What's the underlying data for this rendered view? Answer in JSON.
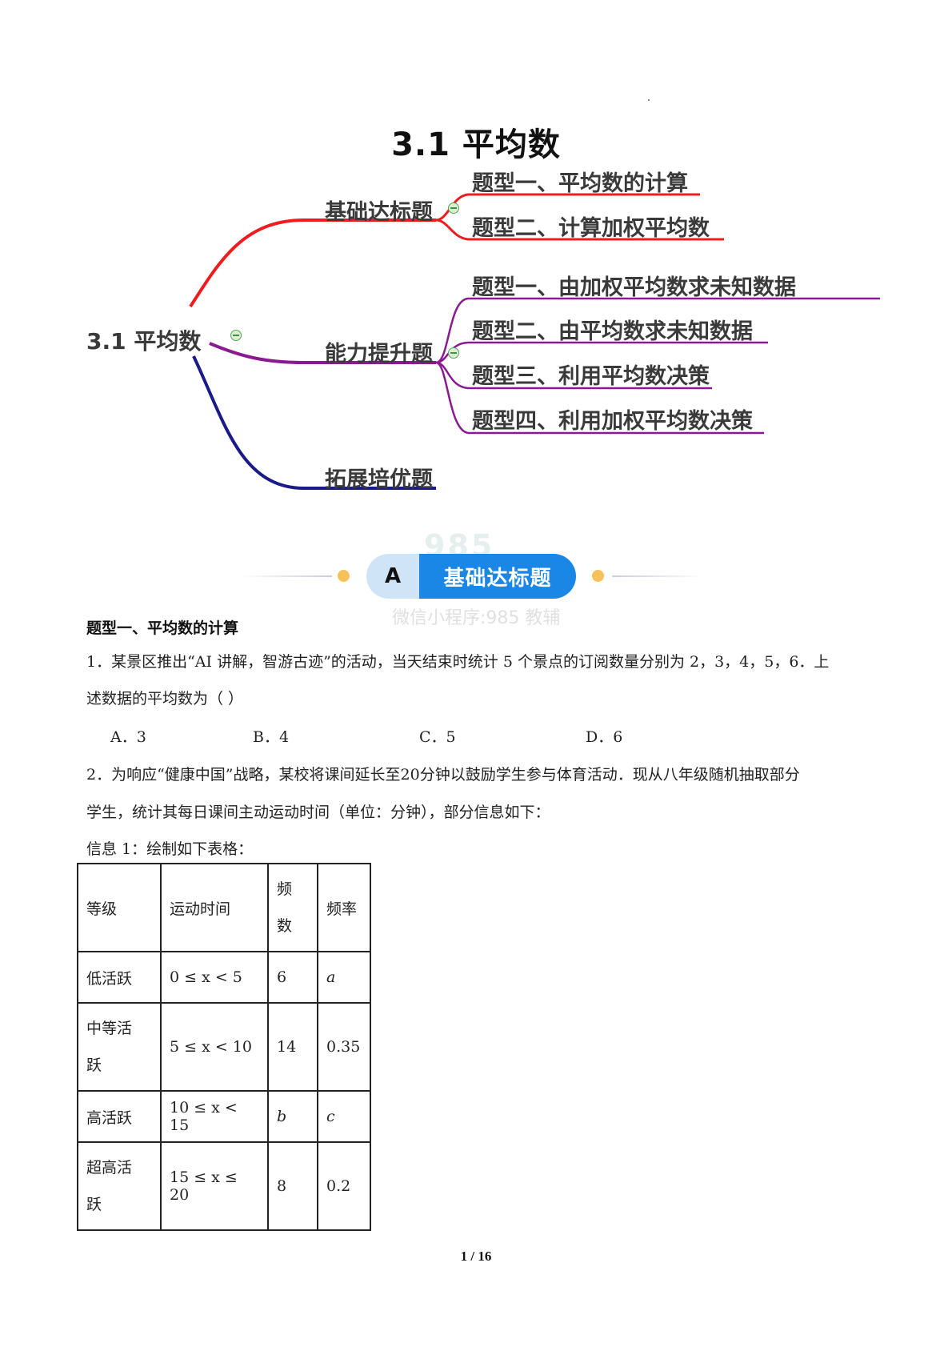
{
  "document": {
    "title": "3.1  平均数",
    "page_number": "1 / 16"
  },
  "mindmap": {
    "root": "3.1 平均数",
    "branches": [
      {
        "label": "基础达标题",
        "color": "#ee1c1c",
        "children": [
          "题型一、平均数的计算",
          "题型二、计算加权平均数"
        ]
      },
      {
        "label": "能力提升题",
        "color": "#8a1a8f",
        "children": [
          "题型一、由加权平均数求未知数据",
          "题型二、由平均数求未知数据",
          "题型三、利用平均数决策",
          "题型四、利用加权平均数决策"
        ]
      },
      {
        "label": "拓展培优题",
        "color": "#1a1a8a",
        "children": []
      }
    ]
  },
  "banner": {
    "letter": "A",
    "label": "基础达标题",
    "accent": "#1a86e6",
    "letter_bg": "#cfe4f7",
    "dot_color": "#f7c15a"
  },
  "watermark": {
    "logo": "985",
    "text": "微信小程序:985 教辅"
  },
  "section": {
    "heading": "题型一、平均数的计算"
  },
  "q1": {
    "line1": "1．某景区推出“AI 讲解，智游古迹”的活动，当天结束时统计 5 个景点的订阅数量分别为 2，3，4，5，6．上",
    "line2": "述数据的平均数为（    ）",
    "choices": [
      "A．3",
      "B．4",
      "C．5",
      "D．6"
    ]
  },
  "q2": {
    "line1": "2．为响应“健康中国”战略，某校将课间延长至20分钟以鼓励学生参与体育活动．现从八年级随机抽取部分",
    "line2": "学生，统计其每日课间主动运动时间（单位：分钟），部分信息如下：",
    "info1": "信息 1：绘制如下表格："
  },
  "table": {
    "headers": [
      "等级",
      "运动时间",
      "频数",
      "频率"
    ],
    "header_freq_lines": [
      "频",
      "数"
    ],
    "rows": [
      {
        "level_lines": [
          "低活跃"
        ],
        "time": "0 ≤ x < 5",
        "count": "6",
        "rate": "a"
      },
      {
        "level_lines": [
          "中等活",
          "跃"
        ],
        "time": "5 ≤ x < 10",
        "count": "14",
        "rate": "0.35"
      },
      {
        "level_lines": [
          "高活跃"
        ],
        "time": "10 ≤ x < 15",
        "count": "b",
        "rate": "c"
      },
      {
        "level_lines": [
          "超高活",
          "跃"
        ],
        "time": "15 ≤ x ≤ 20",
        "count": "8",
        "rate": "0.2"
      }
    ]
  }
}
